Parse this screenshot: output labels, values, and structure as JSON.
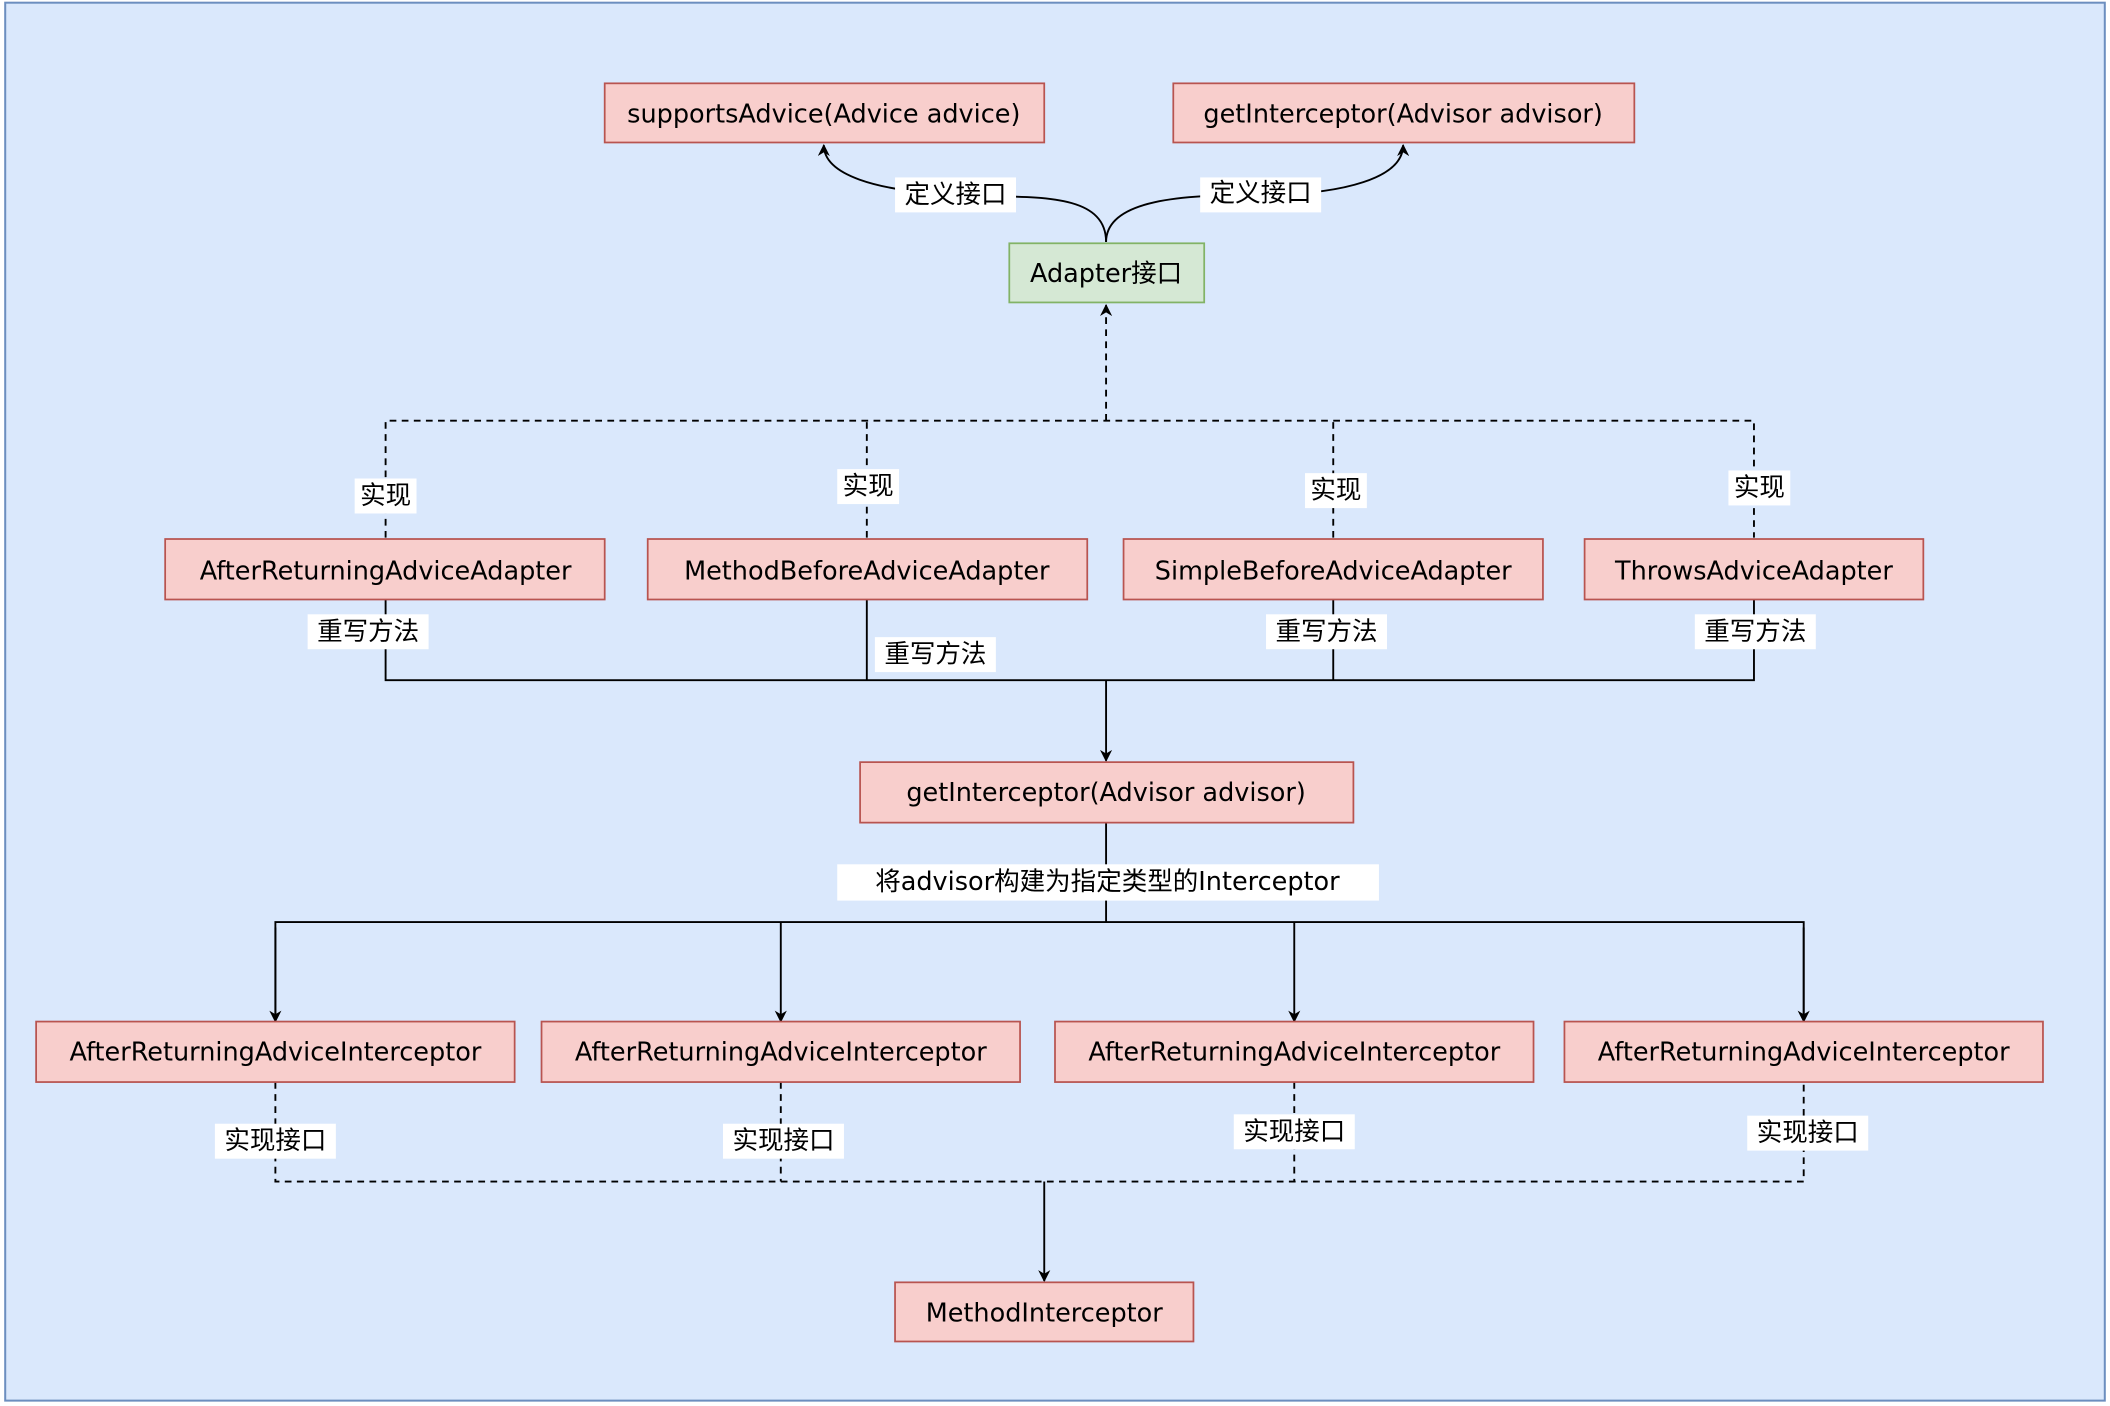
{
  "diagram": {
    "background_color": "#dae8fc",
    "nodes": {
      "supports_advice": {
        "label": "supportsAdvice(Advice advice)",
        "color": "#f8cecc"
      },
      "get_interceptor_top": {
        "label": "getInterceptor(Advisor advisor)",
        "color": "#f8cecc"
      },
      "adapter_interface": {
        "label": "Adapter接口",
        "color": "#d5e8d4"
      },
      "adapters": [
        {
          "label": "AfterReturningAdviceAdapter"
        },
        {
          "label": "MethodBeforeAdviceAdapter"
        },
        {
          "label": "SimpleBeforeAdviceAdapter"
        },
        {
          "label": "ThrowsAdviceAdapter"
        }
      ],
      "get_interceptor_mid": {
        "label": "getInterceptor(Advisor advisor)"
      },
      "interceptors": [
        {
          "label": "AfterReturningAdviceInterceptor"
        },
        {
          "label": "AfterReturningAdviceInterceptor"
        },
        {
          "label": "AfterReturningAdviceInterceptor"
        },
        {
          "label": "AfterReturningAdviceInterceptor"
        }
      ],
      "method_interceptor": {
        "label": "MethodInterceptor"
      }
    },
    "edge_labels": {
      "define_interface_left": "定义接口",
      "define_interface_right": "定义接口",
      "implement": [
        "实现",
        "实现",
        "实现",
        "实现"
      ],
      "override_method": [
        "重写方法",
        "重写方法",
        "重写方法",
        "重写方法"
      ],
      "build_interceptor": "将advisor构建为指定类型的Interceptor",
      "implement_interface": [
        "实现接口",
        "实现接口",
        "实现接口",
        "实现接口"
      ]
    }
  }
}
